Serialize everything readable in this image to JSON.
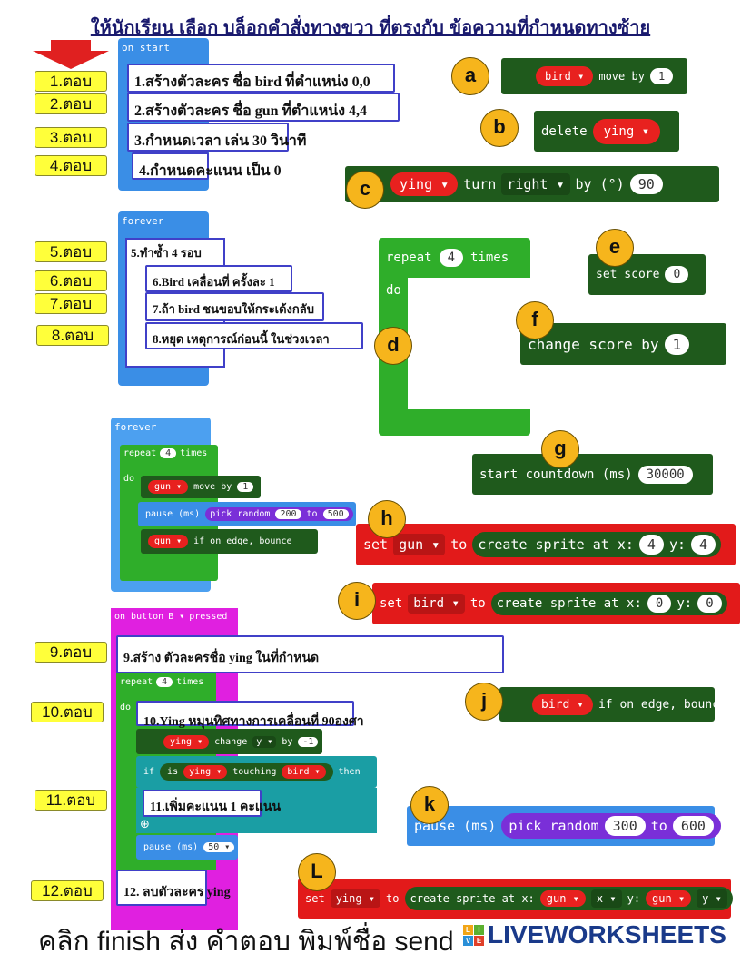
{
  "title": "ให้นักเรียน เลือก บล็อกคำสั่งทางขวา ที่ตรงกับ ข้อความที่กำหนดทางซ้าย",
  "answers": [
    "1.ตอบ",
    "2.ตอบ",
    "3.ตอบ",
    "4.ตอบ",
    "5.ตอบ",
    "6.ตอบ",
    "7.ตอบ",
    "8.ตอบ",
    "9.ตอบ",
    "10.ตอบ",
    "11.ตอบ",
    "12.ตอบ"
  ],
  "statements": [
    "1.สร้างตัวละคร ชื่อ bird ที่ตำแหน่ง 0,0",
    "2.สร้างตัวละคร ชื่อ gun ที่ตำแหน่ง 4,4",
    "3.กำหนดเวลา เล่น 30 วินาที",
    "4.กำหนดคะแนน เป็น 0",
    "5.ทำซ้ำ 4 รอบ",
    "6.Bird เคลื่อนที่ ครั้งละ 1",
    "7.ถ้า bird ชนขอบให้กระเด้งกลับ",
    "8.หยุด เหตุการณ์ก่อนนี้ ในช่วงเวลา",
    "9.สร้าง ตัวละครชื่อ ying ในที่กำหนด",
    "10.Ying หมุนทิศทางการเคลื่อนที่ 90องศา",
    "11.เพิ่มคะแนน 1 คะแนน",
    "12. ลบตัวละคร ying"
  ],
  "events": {
    "on_start": "on start",
    "forever": "forever",
    "forever2": "forever",
    "button": "on button",
    "button_key": "B ▾",
    "pressed": "pressed"
  },
  "script": {
    "repeat": "repeat",
    "times": "times",
    "do": "do",
    "count": "4",
    "gun": "gun ▾",
    "move_by": "move by",
    "one": "1",
    "pause": "pause (ms)",
    "pick_random": "pick random",
    "r_from": "200",
    "to": "to",
    "r_to": "500",
    "edge": "if on edge, bounce",
    "ying": "ying ▾",
    "change": "change",
    "y": "y ▾",
    "by": "by",
    "minus1": "-1",
    "if": "if",
    "is": "is",
    "touching": "touching",
    "bird": "bird ▾",
    "then": "then",
    "pause50": "50 ▾"
  },
  "choices": {
    "a": {
      "letter": "a",
      "sprite": "bird ▾",
      "text": "move by",
      "value": "1"
    },
    "b": {
      "letter": "b",
      "text": "delete",
      "sprite": "ying ▾"
    },
    "c": {
      "letter": "c",
      "sprite": "ying ▾",
      "text": "turn",
      "dir": "right ▾",
      "by": "by (°)",
      "value": "90"
    },
    "d": {
      "letter": "d",
      "repeat": "repeat",
      "count": "4",
      "times": "times",
      "do": "do"
    },
    "e": {
      "letter": "e",
      "text": "set score",
      "value": "0"
    },
    "f": {
      "letter": "f",
      "text": "change score by",
      "value": "1"
    },
    "g": {
      "letter": "g",
      "text": "start countdown (ms)",
      "value": "30000"
    },
    "h": {
      "letter": "h",
      "set": "set",
      "var": "gun ▾",
      "to": "to",
      "create": "create sprite at x:",
      "x": "4",
      "y_label": "y:",
      "y": "4"
    },
    "i": {
      "letter": "i",
      "set": "set",
      "var": "bird ▾",
      "to": "to",
      "create": "create sprite at x:",
      "x": "0",
      "y_label": "y:",
      "y": "0"
    },
    "j": {
      "letter": "j",
      "sprite": "bird ▾",
      "text": "if on edge, bounce"
    },
    "k": {
      "letter": "k",
      "text": "pause (ms)",
      "pick": "pick random",
      "from": "300",
      "to": "to",
      "upto": "600"
    },
    "l": {
      "letter": "L",
      "set": "set",
      "var": "ying ▾",
      "to": "to",
      "create": "create sprite at x:",
      "xs": "gun ▾",
      "xp": "x ▾",
      "y_label": "y:",
      "ys": "gun ▾",
      "yp": "y ▾"
    }
  },
  "footer": {
    "instruction": "คลิก finish ส่ง คำตอบ พิมพ์ชื่อ  send",
    "logo": "LIVEWORKSHEETS",
    "logo_tiles": [
      "L",
      "I",
      "V",
      "E"
    ]
  },
  "colors": {
    "answer_bg": "#ffff3a",
    "event_blue": "#3a8ee6",
    "dark_green": "#1f5a1c",
    "red": "#e21a1a",
    "magenta": "#e020e0",
    "circle": "#f6b51c"
  }
}
